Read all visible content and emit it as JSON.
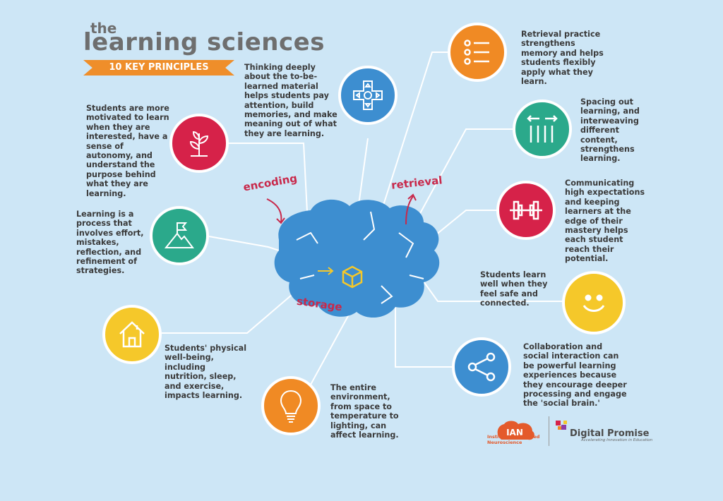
{
  "header": {
    "title_small": "the",
    "title_main": "learning sciences",
    "banner": "10 KEY PRINCIPLES"
  },
  "brain": {
    "encoding": "encoding",
    "storage": "storage",
    "retrieval": "retrieval"
  },
  "principles": [
    {
      "id": "motivation",
      "icon": "plant-icon",
      "color": "#d62249",
      "text": "Students are more motivated to learn when they are interested, have a sense of autonomy, and understand the purpose behind what they are learning."
    },
    {
      "id": "effort",
      "icon": "mountain-flag-icon",
      "color": "#2ba98b",
      "text": "Learning is a process that involves effort, mistakes, reflection, and refinement of strategies."
    },
    {
      "id": "wellbeing",
      "icon": "house-icon",
      "color": "#f5c82a",
      "text": "Students' physical well-being, including nutrition, sleep, and exercise, impacts learning."
    },
    {
      "id": "environment",
      "icon": "lightbulb-icon",
      "color": "#f08a24",
      "text": "The entire environment, from space to temperature to lighting, can affect learning."
    },
    {
      "id": "thinking",
      "icon": "dpad-icon",
      "color": "#3d8ed0",
      "text": "Thinking deeply about the to-be-learned material helps students pay attention, build memories, and make meaning out of what they are learning."
    },
    {
      "id": "retrieval-practice",
      "icon": "checklist-icon",
      "color": "#f08a24",
      "text": "Retrieval practice strengthens memory and helps students flexibly apply what they learn."
    },
    {
      "id": "spacing",
      "icon": "spacing-icon",
      "color": "#2ba98b",
      "text": "Spacing out learning, and interweaving different content, strengthens learning."
    },
    {
      "id": "expectations",
      "icon": "dumbbell-icon",
      "color": "#d62249",
      "text": "Communicating high expectations and keeping learners at the edge of their mastery helps each student reach their potential."
    },
    {
      "id": "safe",
      "icon": "smiley-icon",
      "color": "#f5c82a",
      "text": "Students learn well when they feel safe and connected."
    },
    {
      "id": "collaboration",
      "icon": "share-icon",
      "color": "#3d8ed0",
      "text": "Collaboration and social interaction can be powerful learning experiences because they encourage deeper processing and engage the 'social brain.'"
    }
  ],
  "footer": {
    "ian_logo": "IAN",
    "ian_name": "Institute for Applied Neuroscience",
    "dp_name": "Digital Promise",
    "dp_tagline": "Accelerating Innovation in Education"
  }
}
